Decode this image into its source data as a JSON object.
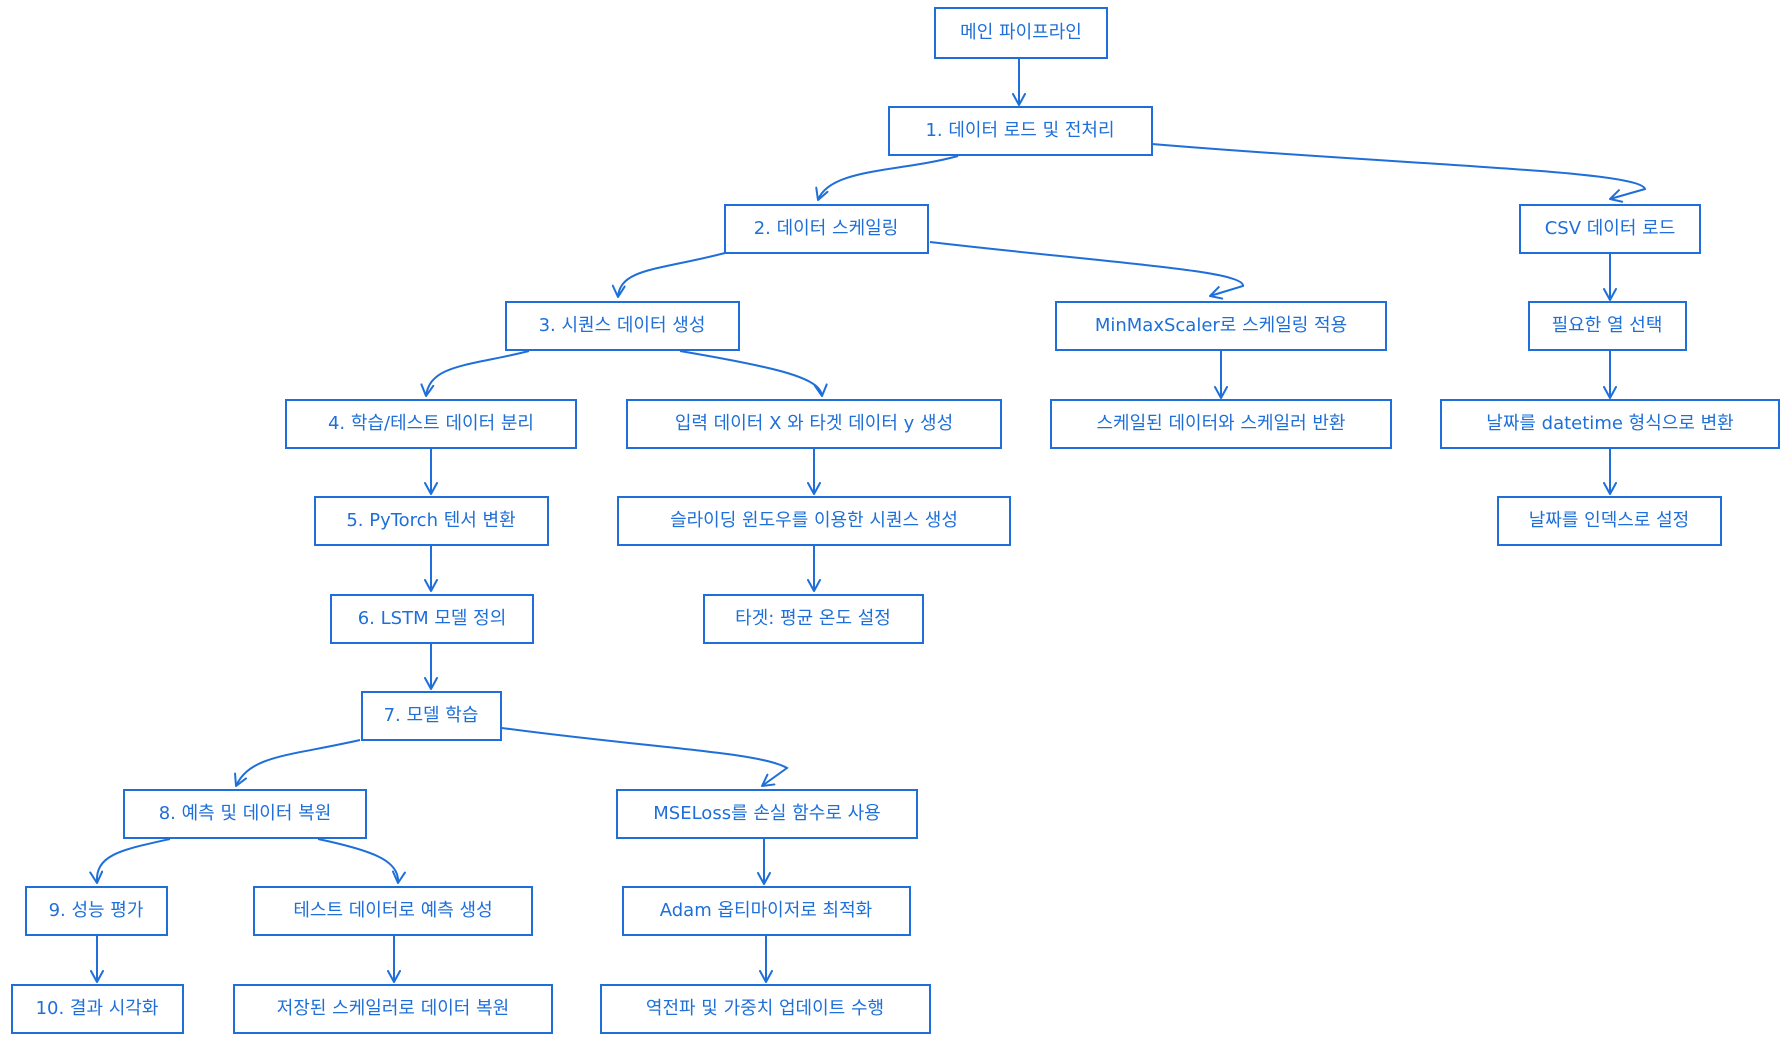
{
  "colors": {
    "stroke": "#1e6fd9",
    "text": "#1e6fd9",
    "background": "#ffffff"
  },
  "nodes": {
    "main": "메인 파이프라인",
    "step1": "1. 데이터 로드 및 전처리",
    "step2": "2. 데이터 스케일링",
    "csv": "CSV 데이터 로드",
    "step3": "3. 시퀀스 데이터 생성",
    "minmax": "MinMaxScaler로 스케일링 적용",
    "select_cols": "필요한 열 선택",
    "step4": "4. 학습/테스트 데이터 분리",
    "xy": "입력 데이터 X 와 타겟 데이터 y 생성",
    "return_scaled": "스케일된 데이터와 스케일러 반환",
    "datetime": "날짜를 datetime 형식으로 변환",
    "step5": "5. PyTorch 텐서 변환",
    "sliding": "슬라이딩 윈도우를 이용한 시퀀스 생성",
    "date_index": "날짜를 인덱스로 설정",
    "step6": "6. LSTM 모델 정의",
    "target": "타겟: 평균 온도 설정",
    "step7": "7. 모델 학습",
    "step8": "8. 예측 및 데이터 복원",
    "mse": "MSELoss를 손실 함수로 사용",
    "step9": "9. 성능 평가",
    "test_pred": "테스트 데이터로 예측 생성",
    "adam": "Adam 옵티마이저로 최적화",
    "step10": "10. 결과 시각화",
    "restore": "저장된 스케일러로 데이터 복원",
    "backprop": "역전파 및 가중치 업데이트 수행"
  }
}
